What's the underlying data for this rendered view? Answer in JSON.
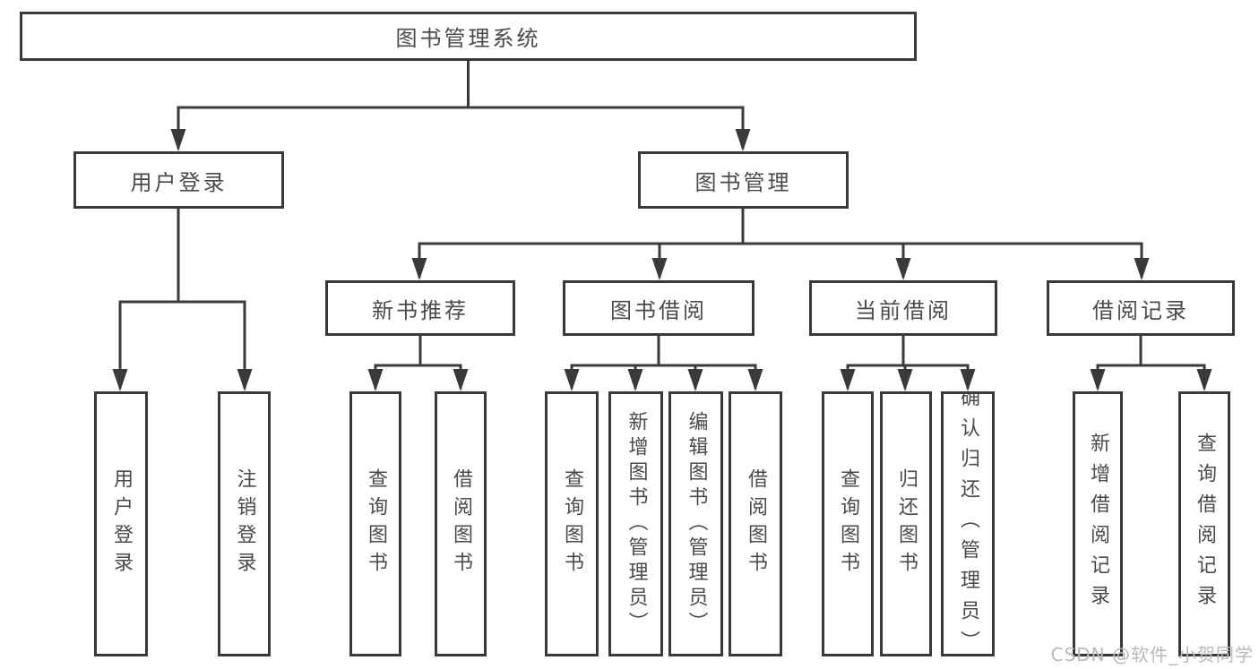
{
  "watermark": "CSDN @软件_小贺同学",
  "colors": {
    "line": "#3a3a3a",
    "node_border": "#3a3a3a",
    "node_fill": "#ffffff",
    "text": "#4a4a4a",
    "watermark": "#b9b9b9",
    "background": "#ffffff"
  },
  "tree": {
    "root": {
      "label": "图书管理系统"
    },
    "branches": [
      {
        "label": "用户登录",
        "children": [
          {
            "label": "用户登录"
          },
          {
            "label": "注销登录"
          }
        ]
      },
      {
        "label": "图书管理",
        "children": [
          {
            "label": "新书推荐",
            "children": [
              {
                "label": "查询图书"
              },
              {
                "label": "借阅图书"
              }
            ]
          },
          {
            "label": "图书借阅",
            "children": [
              {
                "label": "查询图书"
              },
              {
                "label": "新增图书（管理员）"
              },
              {
                "label": "编辑图书（管理员）"
              },
              {
                "label": "借阅图书"
              }
            ]
          },
          {
            "label": "当前借阅",
            "children": [
              {
                "label": "查询图书"
              },
              {
                "label": "归还图书"
              },
              {
                "label": "确认归还（管理员）"
              }
            ]
          },
          {
            "label": "借阅记录",
            "children": [
              {
                "label": "新增借阅记录"
              },
              {
                "label": "查询借阅记录"
              }
            ]
          }
        ]
      }
    ]
  }
}
